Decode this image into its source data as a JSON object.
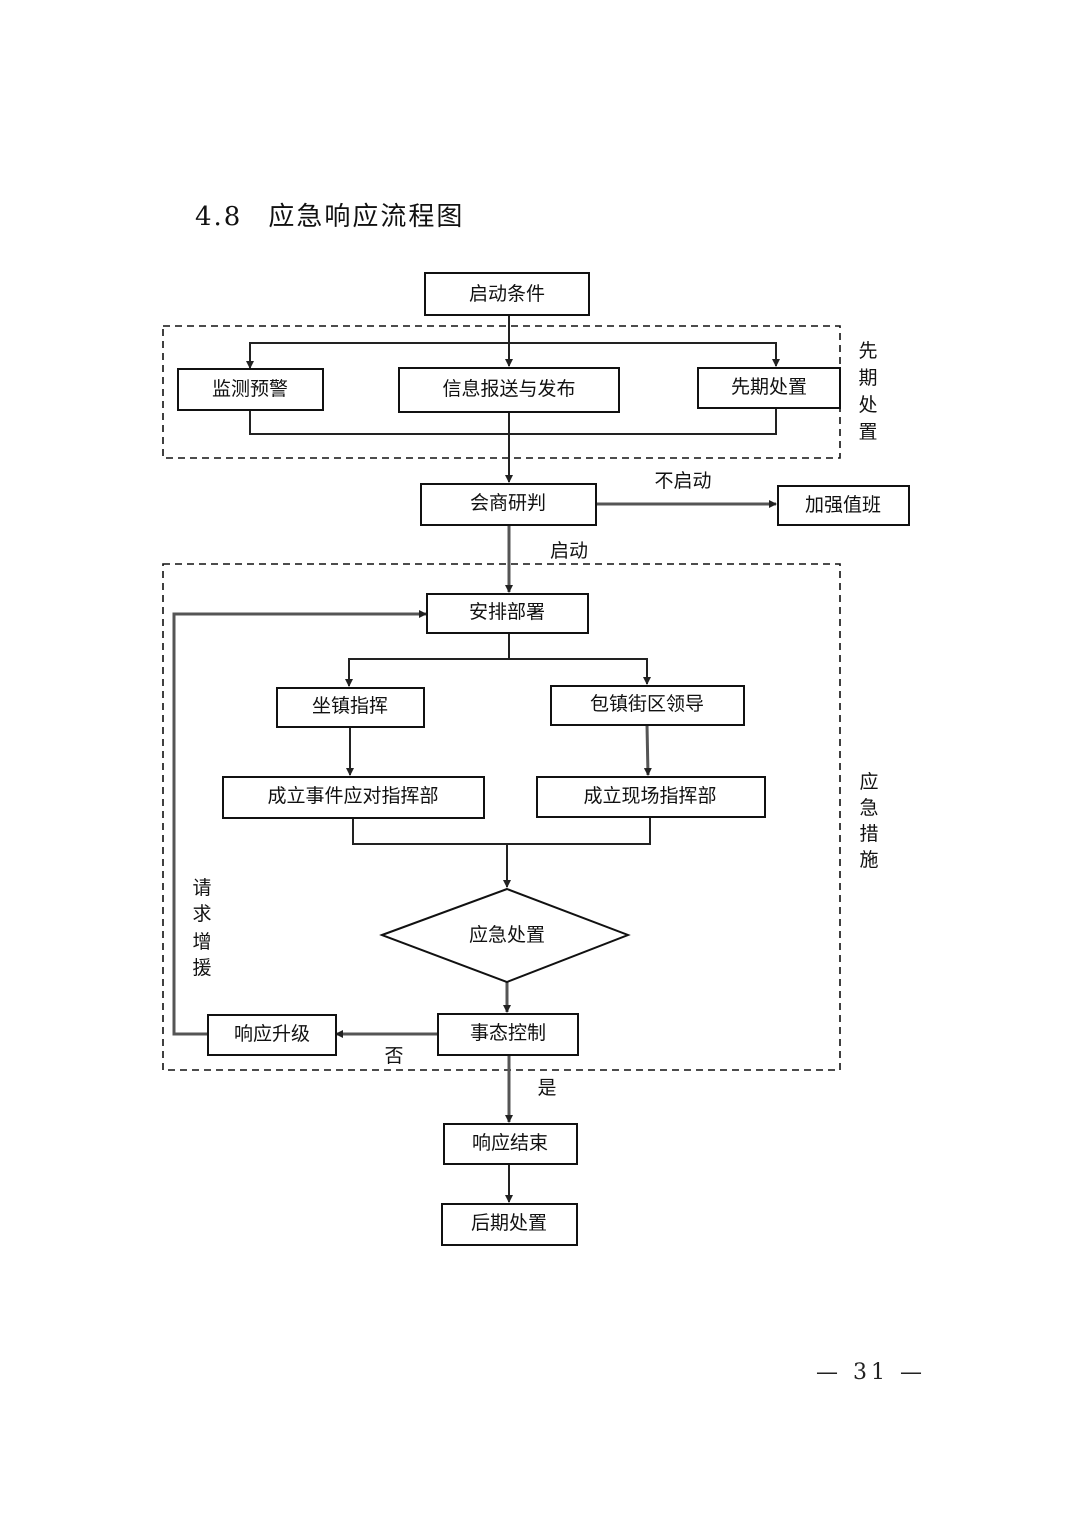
{
  "heading": {
    "number": "4.8",
    "title": "应急响应流程图"
  },
  "flowchart": {
    "nodes": {
      "start": "启动条件",
      "monitor": "监测预警",
      "info": "信息报送与发布",
      "early": "先期处置",
      "consult": "会商研判",
      "duty": "加强值班",
      "arrange": "安排部署",
      "command": "坐镇指挥",
      "lead": "包镇街区领导",
      "incident_hq": "成立事件应对指挥部",
      "site_hq": "成立现场指挥部",
      "disposal": "应急处置",
      "control": "事态控制",
      "upgrade": "响应升级",
      "end": "响应结束",
      "after": "后期处置"
    },
    "edge_labels": {
      "not_start": "不启动",
      "start": "启动",
      "no": "否",
      "yes": "是"
    },
    "groups": {
      "early_phase": [
        "先",
        "期",
        "处",
        "置"
      ],
      "measures": [
        "应",
        "急",
        "措",
        "施"
      ],
      "request_aid": [
        "请",
        "求",
        "增",
        "援"
      ]
    }
  },
  "footer": {
    "page_number": "— 31 —"
  }
}
